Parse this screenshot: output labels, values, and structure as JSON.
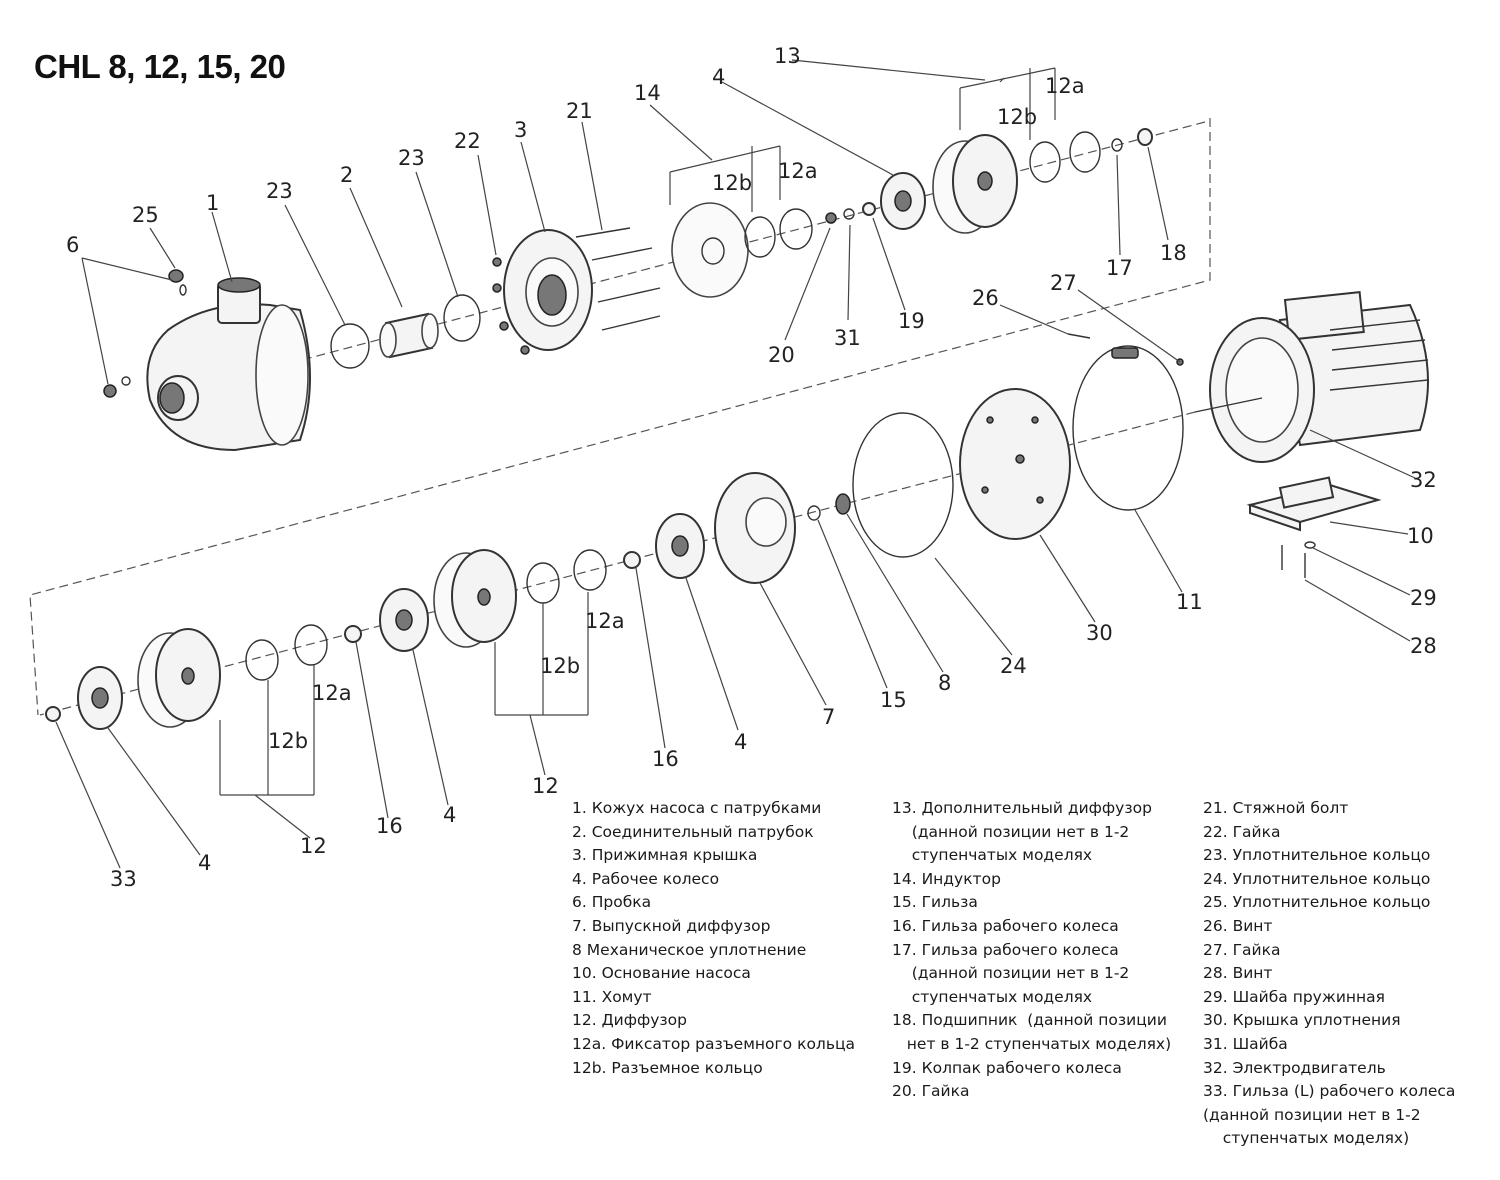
{
  "title": "CHL 8, 12, 15, 20",
  "callouts": {
    "c13": "13",
    "c12a_top": "12a",
    "c12b_top": "12b",
    "c4_top": "4",
    "c14": "14",
    "c12b_mid": "12b",
    "c12a_mid": "12a",
    "c21": "21",
    "c3": "3",
    "c22": "22",
    "c23_a": "23",
    "c2": "2",
    "c23_b": "23",
    "c1": "1",
    "c25": "25",
    "c6": "6",
    "c17": "17",
    "c18": "18",
    "c19": "19",
    "c31": "31",
    "c20": "20",
    "c26": "26",
    "c27": "27",
    "c32": "32",
    "c10": "10",
    "c29": "29",
    "c28": "28",
    "c11": "11",
    "c30": "30",
    "c24": "24",
    "c8": "8",
    "c15": "15",
    "c7": "7",
    "c4_b1": "4",
    "c16_b1": "16",
    "c12_b1": "12",
    "c12a_b1": "12a",
    "c12b_b1": "12b",
    "c4_b2": "4",
    "c16_b2": "16",
    "c12_b2": "12",
    "c12a_b2": "12a",
    "c12b_b2": "12b",
    "c4_b3": "4",
    "c33": "33"
  },
  "legend": {
    "col1": [
      "1. Кожух насоса с патрубками",
      "2. Соединительный патрубок",
      "3. Прижимная крышка",
      "4. Рабочее колесо",
      "6. Пробка",
      "7. Выпускной диффузор",
      "8 Механическое уплотнение",
      "10. Основание насоса",
      "11. Хомут",
      "12. Диффузор",
      "12a. Фиксатор разъемного кольца",
      "12b. Разъемное кольцо"
    ],
    "col2": [
      "13. Дополнительный диффузор",
      "    (данной позиции нет в 1-2",
      "    ступенчатых моделях",
      "14. Индуктор",
      "15. Гильза",
      "16. Гильза рабочего колеса",
      "17. Гильза рабочего колеса",
      "    (данной позиции нет в 1-2",
      "    ступенчатых моделях",
      "18. Подшипник  (данной позиции",
      "   нет в 1-2 ступенчатых моделях)",
      "19. Колпак рабочего колеса",
      "20. Гайка"
    ],
    "col3": [
      "21. Стяжной болт",
      "22. Гайка",
      "23. Уплотнительное кольцо",
      "24. Уплотнительное кольцо",
      "25. Уплотнительное кольцо",
      "26. Винт",
      "27. Гайка",
      "28. Винт",
      "29. Шайба пружинная",
      "30. Крышка уплотнения",
      "31. Шайба",
      "32. Электродвигатель",
      "33. Гильза (L) рабочего колеса",
      "(данной позиции нет в 1-2",
      "    ступенчатых моделях)"
    ]
  }
}
